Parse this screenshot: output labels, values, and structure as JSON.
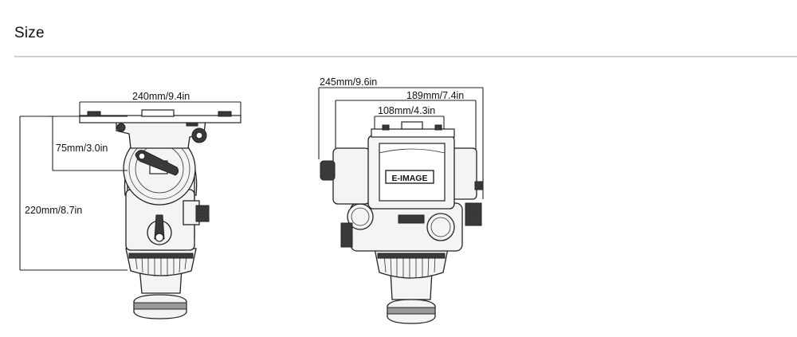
{
  "section": {
    "title": "Size"
  },
  "logo": {
    "text": "E-IMAGE"
  },
  "dimensions": {
    "side_width": "240mm/9.4in",
    "side_pan_height": "75mm/3.0in",
    "side_total_height": "220mm/8.7in",
    "front_total_width": "245mm/9.6in",
    "front_mid_width": "189mm/7.4in",
    "front_plate_width": "108mm/4.3in"
  }
}
